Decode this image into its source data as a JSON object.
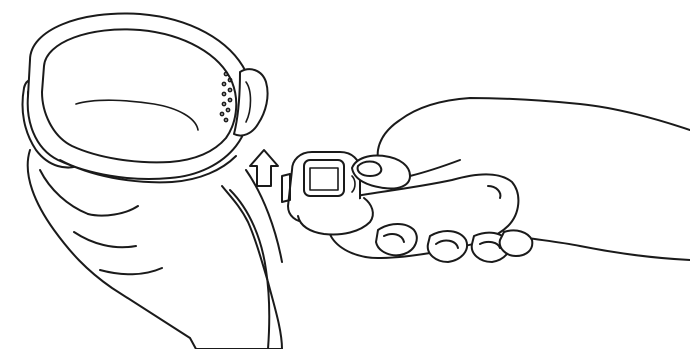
{
  "illustration": {
    "ink_color": "#1a1a1a",
    "background": "#ffffff",
    "elements": [
      "strap-band",
      "holding-hand-left",
      "sensor-pod",
      "holding-hand-right",
      "direction-arrow-up"
    ]
  }
}
